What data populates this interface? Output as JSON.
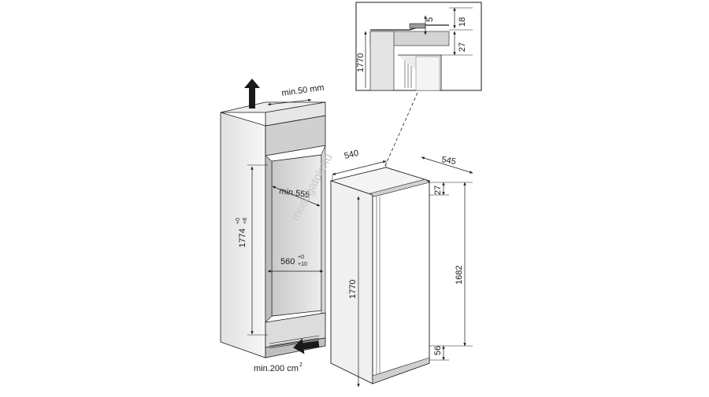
{
  "niche": {
    "top_gap": "min.50 mm",
    "inner_depth": "min.555",
    "height_main": "1774",
    "height_tol_up": "+0",
    "height_tol_down": "+8",
    "width_main": "560",
    "width_tol_up": "+0",
    "width_tol_down": "+10",
    "ventilation_main": "min.200 cm",
    "ventilation_sup": "2"
  },
  "appliance": {
    "depth": "540",
    "width": "545",
    "top_offset": "27",
    "door_height": "1682",
    "bottom_offset": "56",
    "total_height": "1770"
  },
  "detail": {
    "gap": "5",
    "top": "18",
    "offset": "27",
    "height": "1770"
  },
  "watermark": "mosogatok.hu",
  "colors": {
    "line": "#1a1a1a",
    "niche_fill": "#d9d9d9",
    "niche_dark": "#a8a8a8",
    "appliance_fill": "#f2f2f2",
    "watermark": "#c8c8c8"
  }
}
